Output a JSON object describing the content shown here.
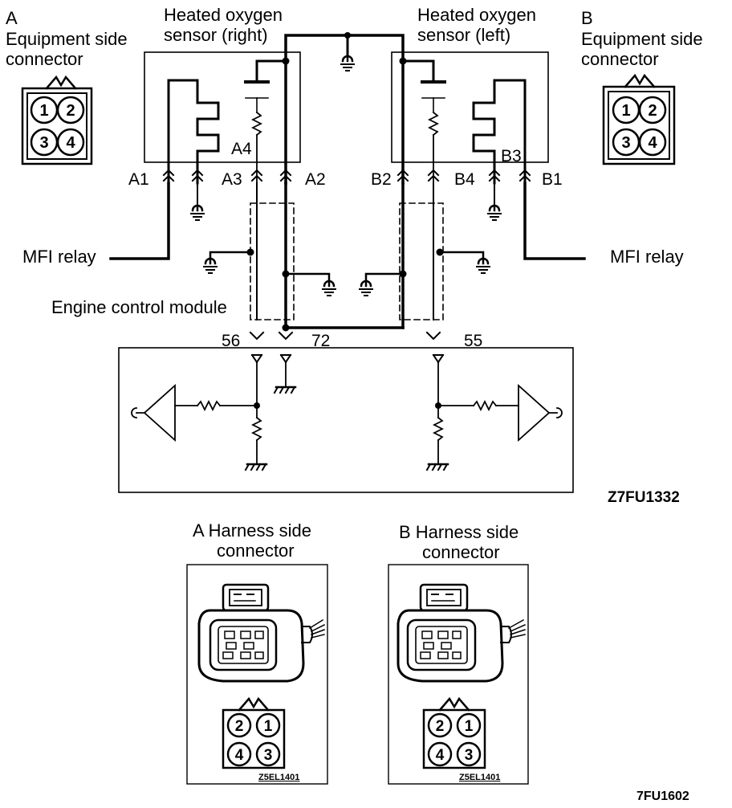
{
  "labels": {
    "sensor_right": [
      "Heated oxygen",
      "sensor (right)"
    ],
    "sensor_left": [
      "Heated oxygen",
      "sensor (left)"
    ],
    "equip_a": [
      "A",
      "Equipment side",
      "connector"
    ],
    "equip_b": [
      "B",
      "Equipment side",
      "connector"
    ],
    "mfi_left": "MFI relay",
    "mfi_right": "MFI relay",
    "ecm": "Engine control module",
    "pins": {
      "A1": "A1",
      "A2": "A2",
      "A3": "A3",
      "A4": "A4",
      "B1": "B1",
      "B2": "B2",
      "B3": "B3",
      "B4": "B4"
    },
    "terminals": {
      "t56": "56",
      "t72": "72",
      "t55": "55"
    },
    "figure_code_top": "Z7FU1332",
    "harness_a": [
      "A  Harness side",
      "connector"
    ],
    "harness_b": [
      "B  Harness side",
      "connector"
    ],
    "small_code_a": "Z5EL1401",
    "small_code_b": "Z5EL1401",
    "figure_code_bottom": "7FU1602"
  },
  "connectors": {
    "equipment_pins": [
      "1",
      "2",
      "3",
      "4"
    ],
    "harness_pins": [
      "2",
      "1",
      "4",
      "3"
    ]
  }
}
